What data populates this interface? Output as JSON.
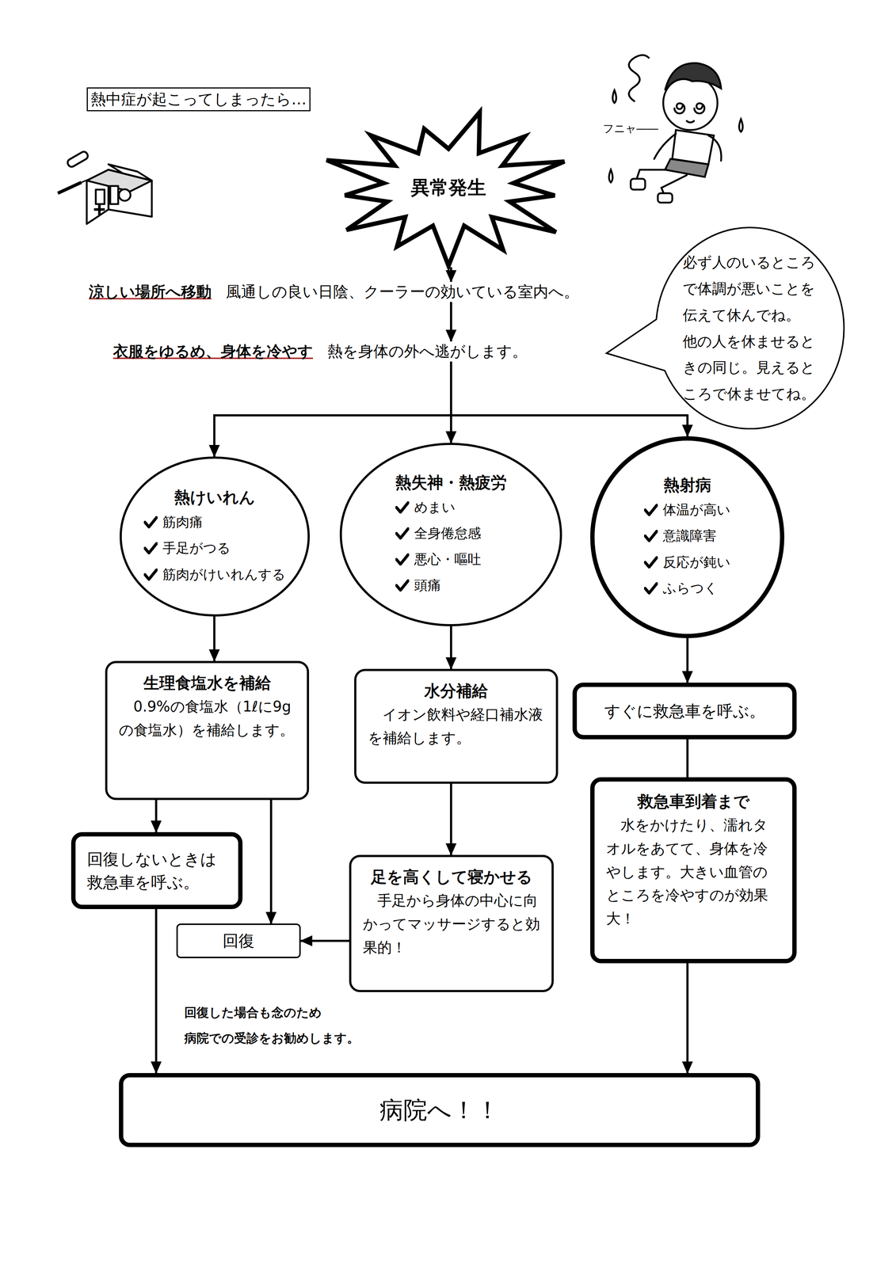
{
  "diagram": {
    "title": "熱中症が起こってしまったら…",
    "nodes": [
      {
        "text": [
          "異常発生"
        ]
      },
      {
        "text": [
          "涼しい場所へ移動",
          "風通しの良い日陰、クーラーの効いている室内へ。"
        ]
      },
      {
        "text": [
          "衣服をゆるめ、身体を冷やす",
          "熱を身体の外へ逃がします。"
        ]
      },
      {
        "text": [
          "必ず人のいるところで体調が悪いことを伝えて休んでね。",
          "他の人を休ませるときの同じ。見えるところで休ませてね。"
        ]
      },
      {
        "text": [
          "熱けいれん",
          "筋肉痛",
          "手足がつる",
          "筋肉がけいれんする"
        ]
      },
      {
        "text": [
          "熱失神・熱疲労",
          "めまい",
          "全身倦怠感",
          "悪心・嘔吐",
          "頭痛"
        ]
      },
      {
        "text": [
          "熱射病",
          "体温が高い",
          "意識障害",
          "反応が鈍い",
          "ふらつく"
        ]
      },
      {
        "text": [
          "生理食塩水を補給",
          "0.9%の食塩水（1ℓに9gの食塩水）を補給します。"
        ]
      },
      {
        "text": [
          "水分補給",
          "イオン飲料や経口補水液を補給します。"
        ]
      },
      {
        "text": [
          "すぐに救急車を呼ぶ。"
        ]
      },
      {
        "text": [
          "回復しないときは救急車を呼ぶ。"
        ]
      },
      {
        "text": [
          "回復"
        ]
      },
      {
        "text": [
          "足を高くして寝かせる",
          "手足から身体の中心に向かってマッサージすると効果的！"
        ]
      },
      {
        "text": [
          "救急車到着まで",
          "水をかけたり、濡れタオルをあてて、身体を冷やします。大きい血管のところを冷やすのが効果大！"
        ]
      },
      {
        "text": [
          "病院へ！！"
        ]
      }
    ],
    "edges": [
      {
        "from": 0,
        "to": 1,
        "arrow": "to"
      },
      {
        "from": 1,
        "to": 2,
        "arrow": "to"
      },
      {
        "from": 2,
        "to": 4,
        "arrow": "to"
      },
      {
        "from": 2,
        "to": 5,
        "arrow": "to"
      },
      {
        "from": 2,
        "to": 6,
        "arrow": "to"
      },
      {
        "from": 4,
        "to": 7,
        "arrow": "to"
      },
      {
        "from": 5,
        "to": 8,
        "arrow": "to"
      },
      {
        "from": 6,
        "to": 9,
        "arrow": "to"
      },
      {
        "from": 7,
        "to": 10,
        "arrow": "to"
      },
      {
        "from": 7,
        "to": 11,
        "arrow": "to"
      },
      {
        "from": 8,
        "to": 12,
        "arrow": "to"
      },
      {
        "from": 12,
        "to": 11,
        "arrow": "to"
      },
      {
        "from": 9,
        "to": 13,
        "arrow": "none"
      },
      {
        "from": 10,
        "to": 14,
        "arrow": "to"
      },
      {
        "from": 13,
        "to": 14,
        "arrow": "to"
      }
    ],
    "labels": [
      "フニャ――",
      "回復した場合も念のため 病院での受診をお勧めします。"
    ]
  }
}
